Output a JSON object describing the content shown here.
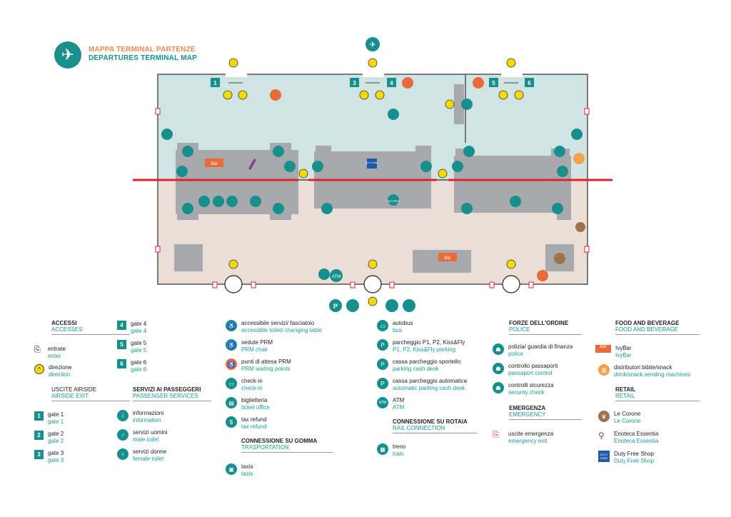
{
  "header": {
    "title_it": "MAPPA TERMINAL PARTENZE",
    "title_en": "DEPARTURES TERMINAL MAP"
  },
  "colors": {
    "airside": "#cfe4e3",
    "landside": "#eaded6",
    "teal": "#178f8c",
    "orange": "#e96b3a",
    "red_line": "#e0222e",
    "yellow": "#f5d900",
    "grey_block": "#a7a9ac"
  },
  "map": {
    "gates": [
      "1",
      "3",
      "4",
      "5",
      "6"
    ],
    "labels": {
      "bar": "Bar",
      "duty_free": "DUTY FREE",
      "tax_free": "TAX FREE",
      "atm": "ATM",
      "parking": "P"
    }
  },
  "legend": {
    "accessi": {
      "title_it": "ACCESSI",
      "title_en": "ACCESSES",
      "items": [
        {
          "icon": "enter-icon",
          "it": "entrate",
          "en": "enter"
        },
        {
          "icon": "direction-icon",
          "it": "direzione",
          "en": "direction"
        }
      ]
    },
    "uscite": {
      "title_it": "USCITE AIRSIDE",
      "title_en": "AIRSIDE EXIT",
      "items": [
        {
          "num": "1",
          "it": "gate 1",
          "en": "gate 1"
        },
        {
          "num": "2",
          "it": "gate 2",
          "en": "gate 2"
        },
        {
          "num": "3",
          "it": "gate 3",
          "en": "gate 3"
        },
        {
          "num": "4",
          "it": "gate 4",
          "en": "gate 4"
        },
        {
          "num": "5",
          "it": "gate 5",
          "en": "gate 5"
        },
        {
          "num": "6",
          "it": "gate 6",
          "en": "gate 6"
        }
      ]
    },
    "servizi": {
      "title_it": "SERVIZI AI PASSEGGERI",
      "title_en": "PASSENGER SERVICES",
      "items": [
        {
          "icon": "information-icon",
          "it": "informazioni",
          "en": "information"
        },
        {
          "icon": "male-toilet-icon",
          "it": "servizi uomini",
          "en": "male toilet"
        },
        {
          "icon": "female-toilet-icon",
          "it": "servizi donne",
          "en": "female toilet"
        }
      ]
    },
    "prm": {
      "items": [
        {
          "icon": "accessible-toilet-icon",
          "it": "accessibile servizi/ fasciatoio",
          "en": "accessible toilet/ changing table"
        },
        {
          "icon": "prm-chair-icon",
          "it": "sedute PRM",
          "en": "PRM chair"
        },
        {
          "icon": "prm-waiting-icon",
          "it": "punti di attesa PRM",
          "en": "PRM waiting points"
        },
        {
          "icon": "check-in-icon",
          "it": "check-in",
          "en": "check-in"
        },
        {
          "icon": "ticket-office-icon",
          "it": "biglietteria",
          "en": "ticket office"
        },
        {
          "icon": "tax-refund-icon",
          "it": "tax refund",
          "en": "tax refund"
        }
      ]
    },
    "gomma": {
      "title_it": "CONNESSIONE SU GOMMA",
      "title_en": "TRASPORTATION",
      "items": [
        {
          "icon": "taxi-icon",
          "it": "taxis",
          "en": "taxis"
        }
      ]
    },
    "trasporti": {
      "items": [
        {
          "icon": "bus-icon",
          "it": "autobus",
          "en": "bus"
        },
        {
          "icon": "parking-icon",
          "it": "parcheggio P1, P2, Kiss&Fly",
          "en": "P1, P2, Kiss&Fly parking"
        },
        {
          "icon": "parking-cash-desk-icon",
          "it": "cassa parcheggio sportello",
          "en": "parking cash desk"
        },
        {
          "icon": "automatic-parking-cash-desk-icon",
          "it": "cassa parcheggio automatica",
          "en": "automatic parking cash desk"
        },
        {
          "icon": "atm-icon",
          "it": "ATM",
          "en": "ATM"
        }
      ]
    },
    "rotaia": {
      "title_it": "CONNESSIONE SU ROTAIA",
      "title_en": "RAIL CONNECTION",
      "items": [
        {
          "icon": "train-icon",
          "it": "treno",
          "en": "train"
        }
      ]
    },
    "forze": {
      "title_it": "FORZE DELL'ORDINE",
      "title_en": "POLICE",
      "items": [
        {
          "icon": "police-icon",
          "it": "polizia/ guardia di finanza",
          "en": "police"
        },
        {
          "icon": "passport-control-icon",
          "it": "controllo passaporti",
          "en": "passaport control"
        },
        {
          "icon": "security-check-icon",
          "it": "controlli sicurezza",
          "en": "security check"
        }
      ]
    },
    "emergenza": {
      "title_it": "EMERGENZA",
      "title_en": "EMERGENCY",
      "items": [
        {
          "icon": "emergency-exit-icon",
          "it": "uscite emergenza",
          "en": "emergency exit"
        }
      ]
    },
    "food": {
      "title_it": "FOOD AND BEVERAGE",
      "title_en": "FOOD AND BEVERAGE",
      "items": [
        {
          "icon": "ivybar-icon",
          "it": "IvyBar",
          "en": "IvyBar"
        },
        {
          "icon": "vending-machine-icon",
          "it": "distributori bibite/snack",
          "en": "drink/snack vending machines"
        }
      ]
    },
    "retail": {
      "title_it": "RETAIL",
      "title_en": "RETAIL",
      "items": [
        {
          "icon": "le-corone-icon",
          "it": "Le Corone",
          "en": "Le Corone"
        },
        {
          "icon": "enoteca-icon",
          "it": "Enoteca Essentia",
          "en": "Enoteca Essentia"
        },
        {
          "icon": "duty-free-shop-icon",
          "it": "Duty Free Shop",
          "en": "Duty Free Shop"
        }
      ]
    }
  }
}
